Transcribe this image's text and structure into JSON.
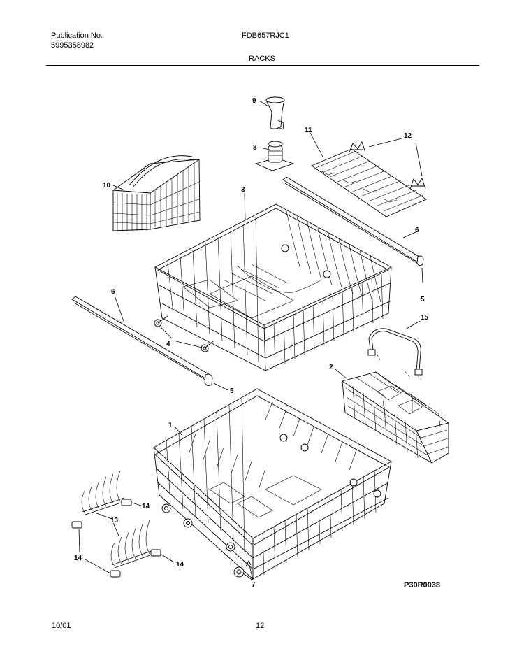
{
  "header": {
    "publication_label": "Publication No.",
    "publication_number": "5995358982",
    "model_number": "FDB657RJC1",
    "section_title": "RACKS"
  },
  "diagram_code": "P30R0038",
  "footer": {
    "date": "10/01",
    "page": "12"
  },
  "callouts": {
    "c1": "1",
    "c2": "2",
    "c3": "3",
    "c4": "4",
    "c5a": "5",
    "c5b": "5",
    "c6a": "6",
    "c6b": "6",
    "c7": "7",
    "c8": "8",
    "c9": "9",
    "c10": "10",
    "c11": "11",
    "c12": "12",
    "c13": "13",
    "c14a": "14",
    "c14b": "14",
    "c14c": "14",
    "c15": "15"
  }
}
